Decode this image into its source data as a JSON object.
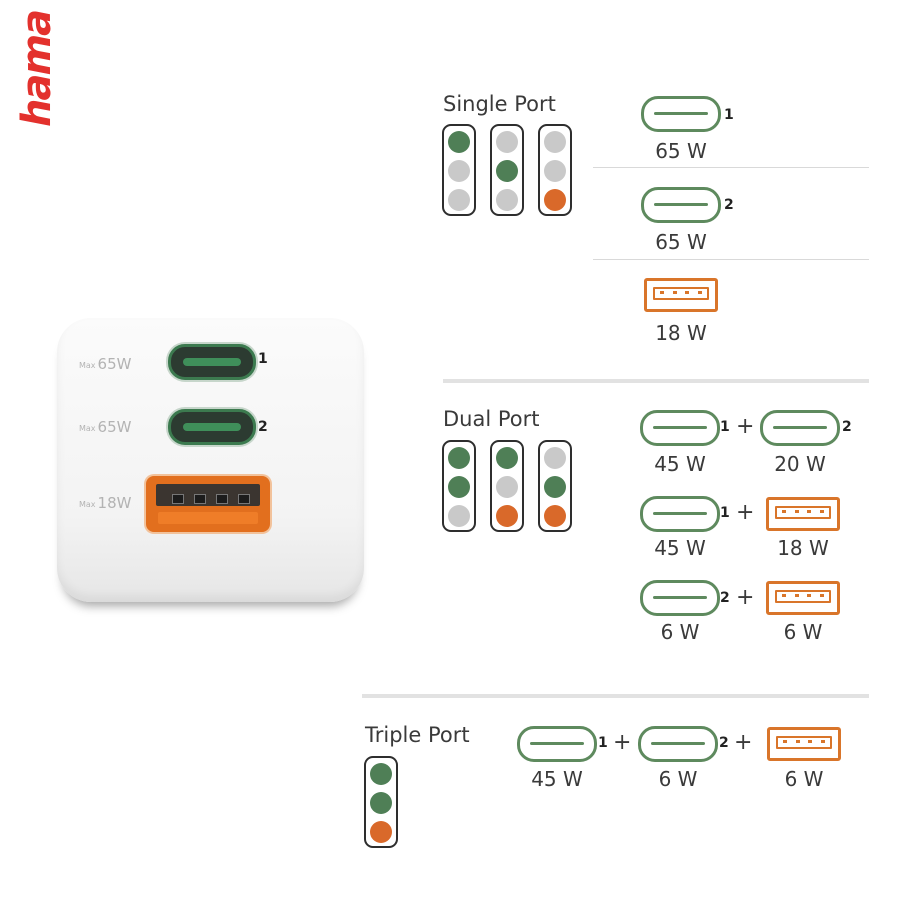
{
  "brand": {
    "logo_text": "hama",
    "color": "#e3312d"
  },
  "colors": {
    "green": "#4f7f56",
    "orange": "#d9692a",
    "grey": "#c9c9c9",
    "icon_green": "#5e8a5e",
    "icon_orange": "#d9752a"
  },
  "charger": {
    "ports": [
      {
        "max": "Max",
        "power": "65W",
        "number": "1",
        "type": "usb-c"
      },
      {
        "max": "Max",
        "power": "65W",
        "number": "2",
        "type": "usb-c"
      },
      {
        "max": "Max",
        "power": "18W",
        "number": "",
        "type": "usb-a"
      }
    ]
  },
  "single": {
    "title": "Single Port",
    "indicators": [
      [
        "green",
        "grey",
        "grey"
      ],
      [
        "grey",
        "green",
        "grey"
      ],
      [
        "grey",
        "grey",
        "orange"
      ]
    ],
    "rows": [
      {
        "num": "1",
        "watt": "65 W"
      },
      {
        "num": "2",
        "watt": "65 W"
      },
      {
        "num": "",
        "watt": "18 W"
      }
    ]
  },
  "dual": {
    "title": "Dual Port",
    "indicators": [
      [
        "green",
        "green",
        "grey"
      ],
      [
        "green",
        "grey",
        "orange"
      ],
      [
        "grey",
        "green",
        "orange"
      ]
    ],
    "rows": [
      {
        "left_num": "1",
        "left_watt": "45 W",
        "right_num": "2",
        "right_watt": "20 W"
      },
      {
        "left_num": "1",
        "left_watt": "45 W",
        "right_num": "",
        "right_watt": "18 W"
      },
      {
        "left_num": "2",
        "left_watt": "6 W",
        "right_num": "",
        "right_watt": "6 W"
      }
    ],
    "plus": "+"
  },
  "triple": {
    "title": "Triple Port",
    "indicators": [
      [
        "green",
        "green",
        "orange"
      ]
    ],
    "items": [
      {
        "num": "1",
        "watt": "45 W"
      },
      {
        "num": "2",
        "watt": "6 W"
      },
      {
        "num": "",
        "watt": "6 W"
      }
    ],
    "plus": "+"
  }
}
